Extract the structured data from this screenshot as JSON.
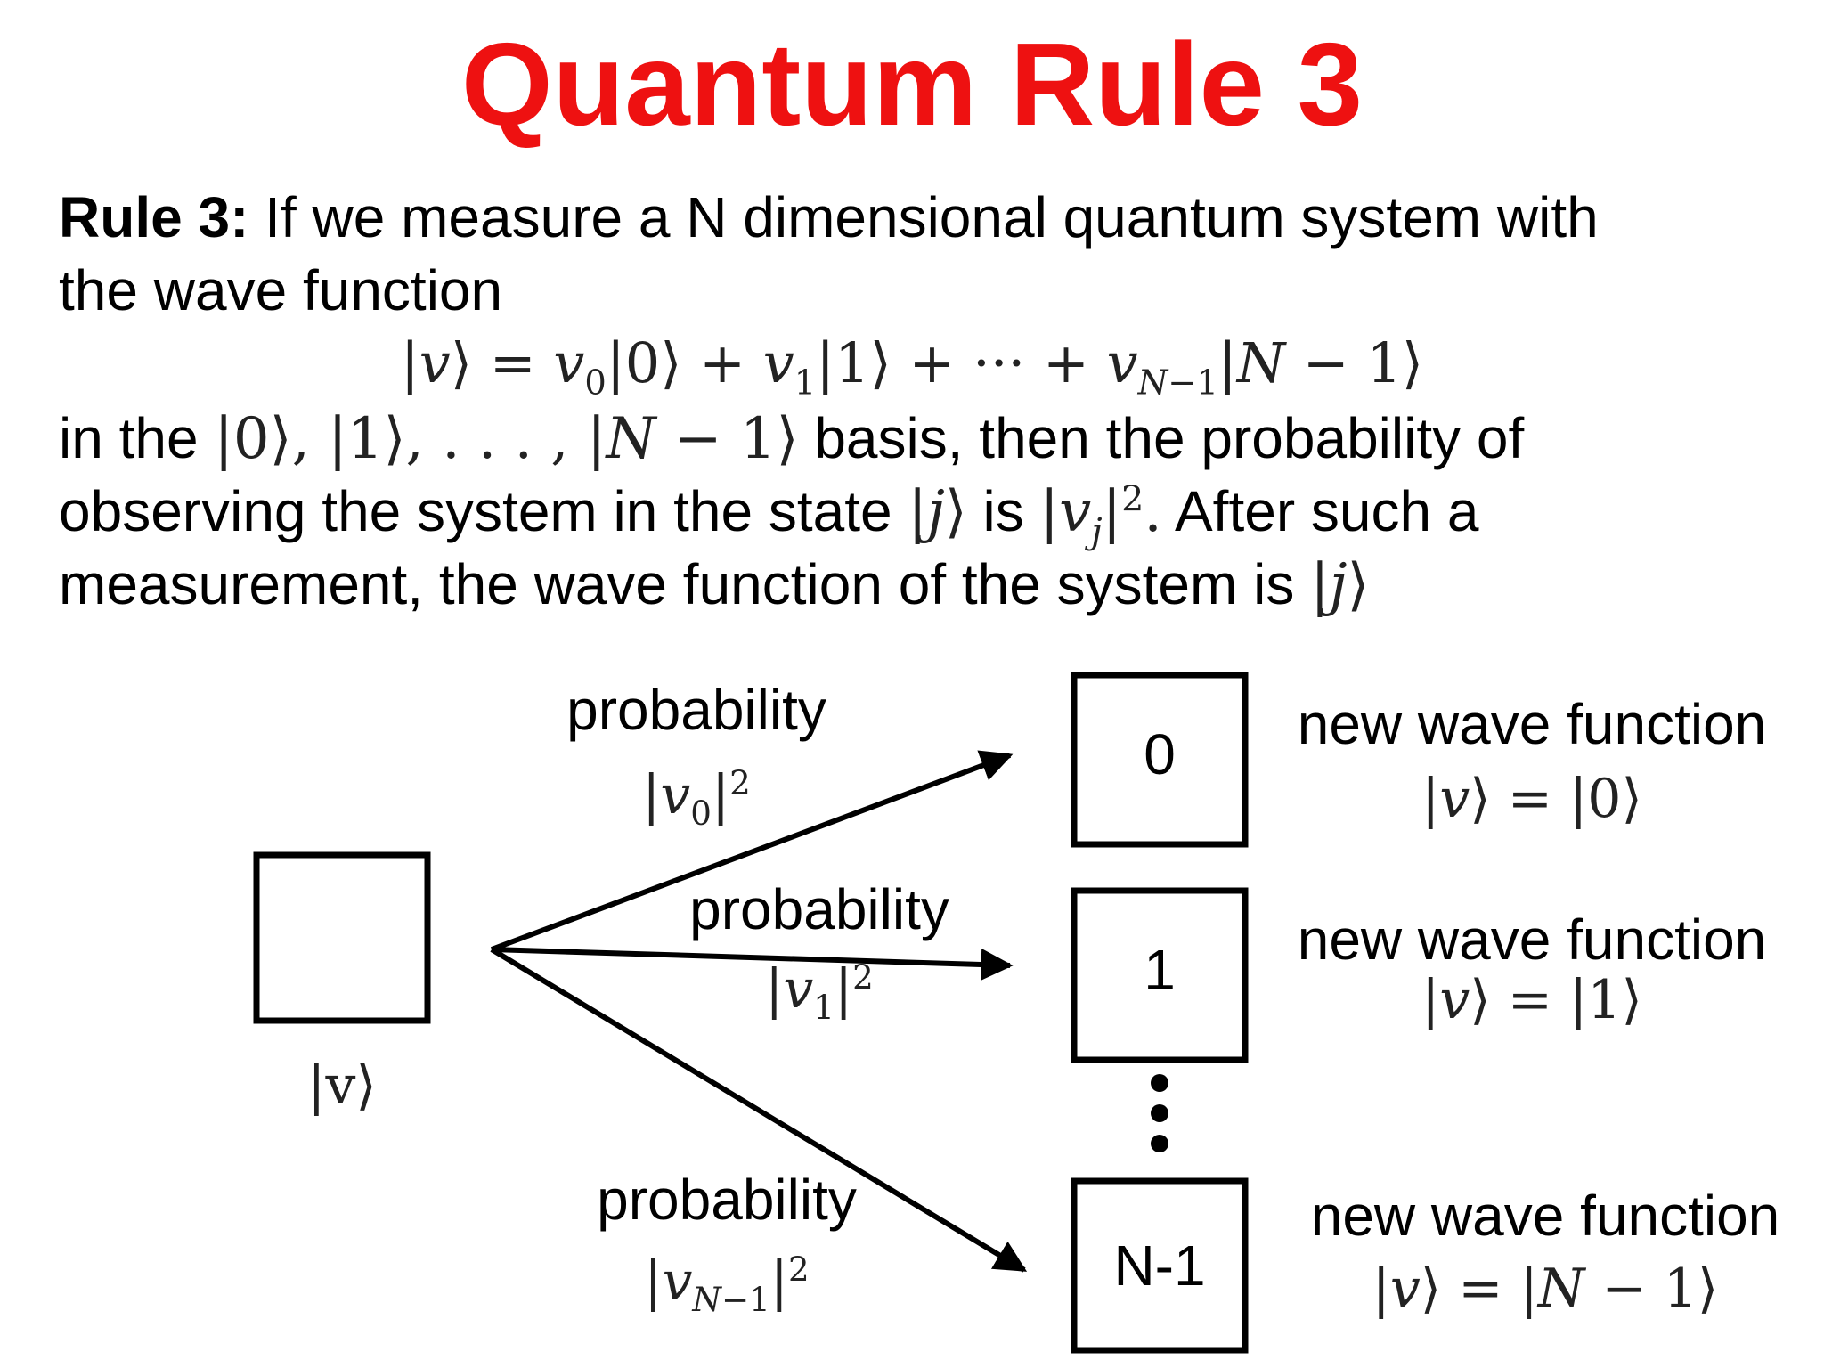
{
  "title": "Quantum Rule 3",
  "colors": {
    "title": "#ee1111",
    "text": "#000000",
    "background": "#ffffff"
  },
  "rule": {
    "label": "Rule 3:",
    "line1": "If we measure a N dimensional quantum system with",
    "line2": "the wave function",
    "line3_pre": "in the",
    "line3_post": "basis, then the probability of",
    "line4_pre": "observing the system in the state",
    "line4_mid": "is",
    "line4_post": "After such a",
    "line5": "measurement, the wave function of the system is"
  },
  "diagram": {
    "input_label": "|v⟩",
    "outcomes": [
      {
        "box": "0",
        "probability_word": "probability",
        "new_wave_function": "new wave function"
      },
      {
        "box": "1",
        "probability_word": "probability",
        "new_wave_function": "new wave function"
      },
      {
        "box": "N-1",
        "probability_word": "probability",
        "new_wave_function": "new wave function"
      }
    ],
    "ellipsis": "vertical-ellipsis"
  }
}
